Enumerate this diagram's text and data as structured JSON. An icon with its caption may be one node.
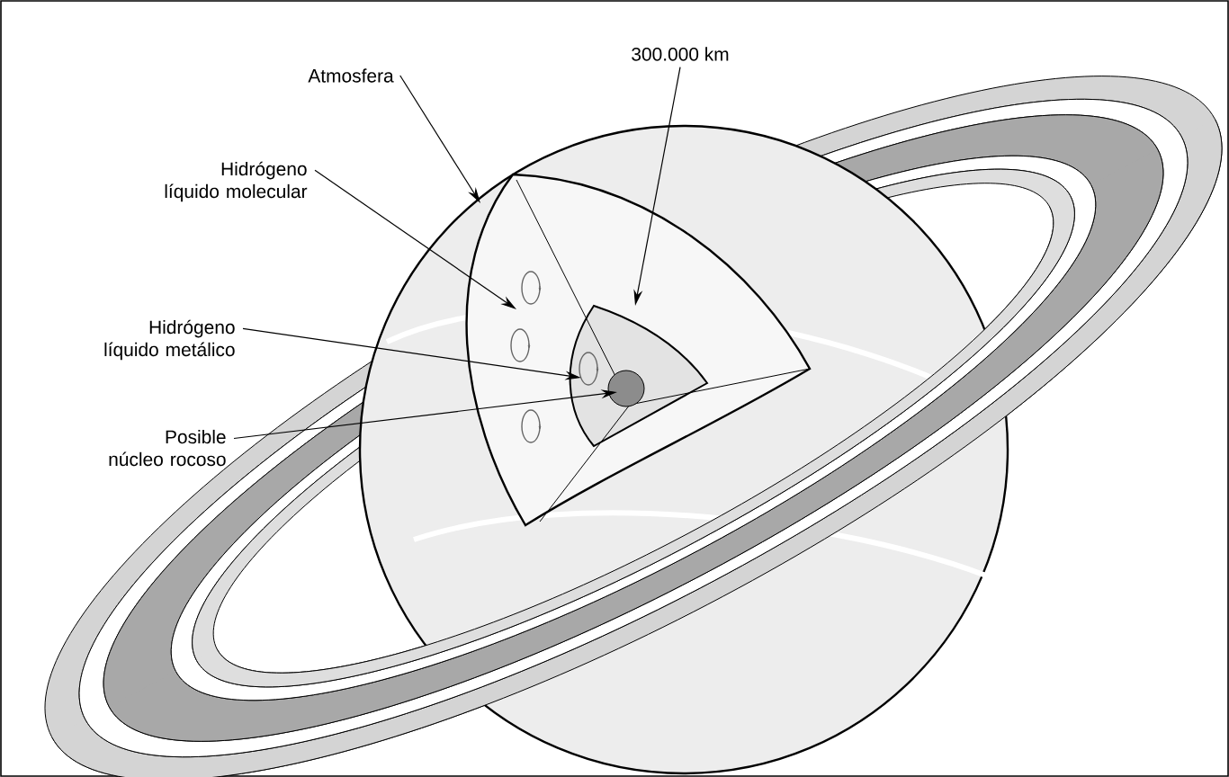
{
  "diagram": {
    "nodes": [
      {
        "text": [
          "Atmosfera"
        ]
      },
      {
        "text": [
          "300.000 km"
        ]
      },
      {
        "text": [
          "Hidrógeno líquido molecular"
        ]
      },
      {
        "text": [
          "Hidrógeno líquido metálico"
        ]
      },
      {
        "text": [
          "Posible núcleo rocoso"
        ]
      }
    ],
    "edges": [
      {
        "from": 0,
        "to": null,
        "arrow": "to"
      },
      {
        "from": 1,
        "to": null,
        "arrow": "to"
      },
      {
        "from": 2,
        "to": null,
        "arrow": "to"
      },
      {
        "from": 3,
        "to": null,
        "arrow": "to"
      },
      {
        "from": 4,
        "to": null,
        "arrow": "to"
      }
    ]
  }
}
